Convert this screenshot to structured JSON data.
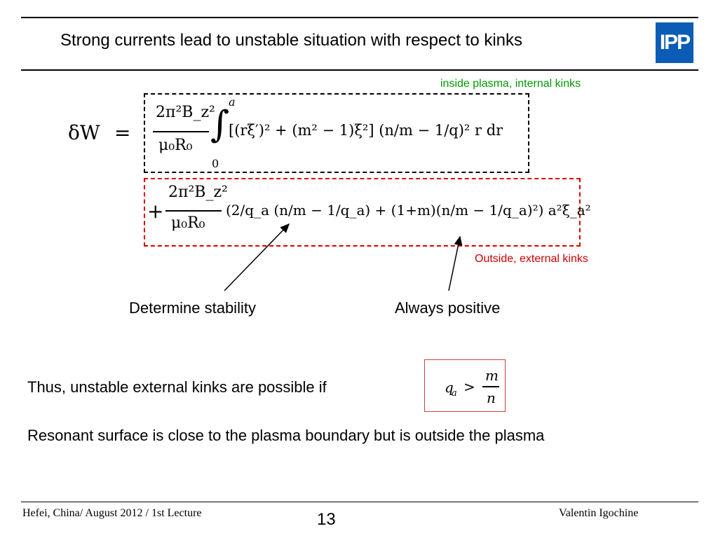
{
  "header": {
    "title": "Strong currents lead to unstable situation with respect to kinks",
    "logo": "IPP"
  },
  "annotations": {
    "internal": "inside plasma, internal kinks",
    "external": "Outside, external kinks",
    "stability": "Determine stability",
    "positive": "Always positive"
  },
  "equation": {
    "lhs": "δW",
    "eq": "=",
    "line1_coef_num": "2π²B_z²",
    "line1_coef_den": "μ₀R₀",
    "integral_upper": "a",
    "integral_lower": "0",
    "line1_body": "[(rξ′)² + (m² − 1)ξ²] (n/m − 1/q)² r dr",
    "line2_coef_num": "2π²B_z²",
    "line2_coef_den": "μ₀R₀",
    "line2_body": "(2/q_a (n/m − 1/q_a) + (1+m)(n/m − 1/q_a)²) a²ξ_a²"
  },
  "condition": {
    "text": "Thus, unstable external kinks are possible if",
    "lhs": "q",
    "sub": "a",
    "op": ">",
    "num": "m",
    "den": "n"
  },
  "resonance": "Resonant surface is close to the plasma boundary but is outside the plasma",
  "footer": {
    "left": "Hefei, China/ August 2012 / 1st Lecture",
    "page": "13",
    "right": "Valentin Igochine"
  },
  "colors": {
    "internal": "#009900",
    "external": "#cc0000",
    "logo": "#0a5cb5"
  }
}
